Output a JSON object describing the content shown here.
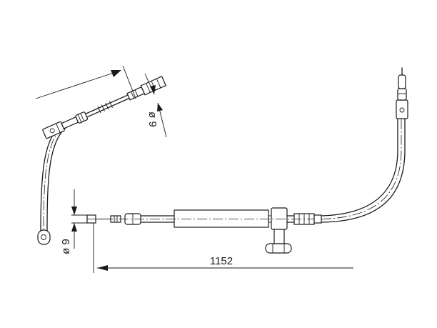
{
  "dimensions": {
    "length_label": "1152",
    "diameter_top_label": "ø 9",
    "diameter_left_label": "ø 9"
  }
}
